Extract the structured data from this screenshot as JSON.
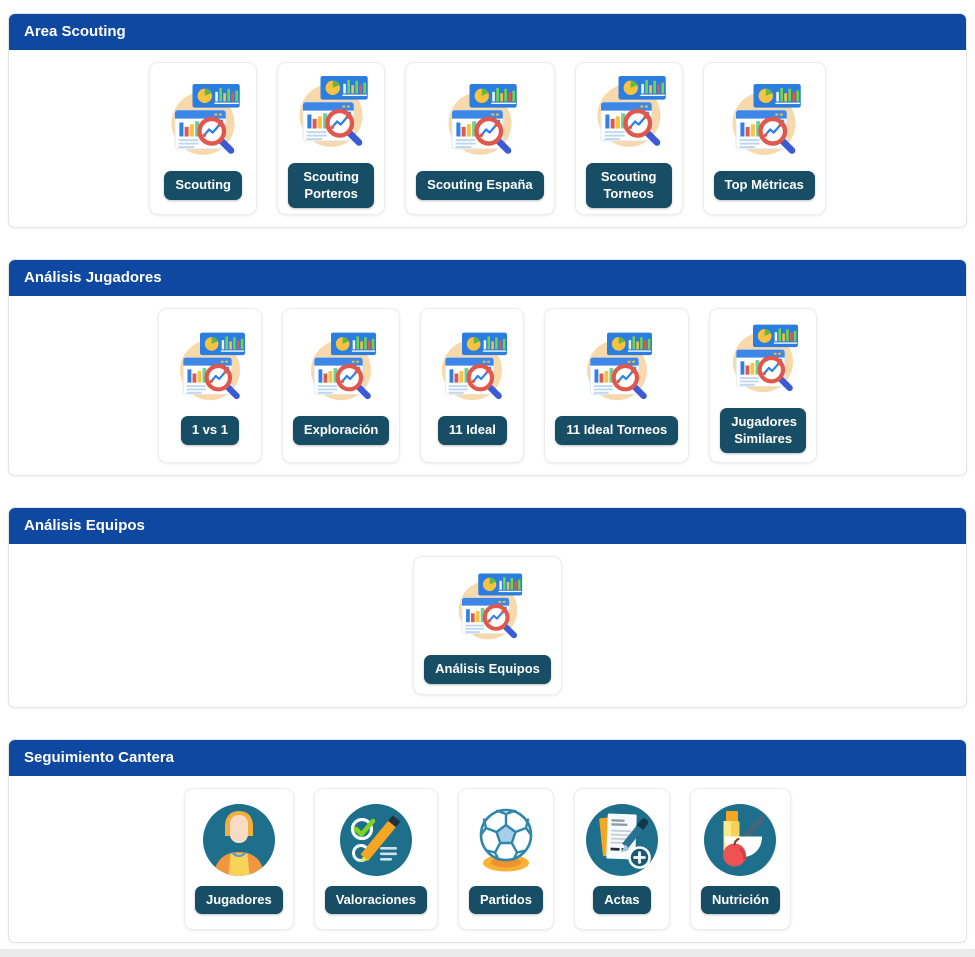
{
  "theme": {
    "header_bg": "#0e48a1",
    "chip_bg": "#174e66",
    "icon_circle_teal": "#1d6f8b",
    "icon_circle_peach": "#f8d9ab"
  },
  "sections": [
    {
      "title": "Area Scouting",
      "cards": [
        {
          "label": "Scouting",
          "icon": "scouting-analytics-icon"
        },
        {
          "label": "Scouting Porteros",
          "icon": "scouting-analytics-icon"
        },
        {
          "label": "Scouting España",
          "icon": "scouting-analytics-icon"
        },
        {
          "label": "Scouting Torneos",
          "icon": "scouting-analytics-icon"
        },
        {
          "label": "Top Métricas",
          "icon": "scouting-analytics-icon"
        }
      ]
    },
    {
      "title": "Análisis Jugadores",
      "cards": [
        {
          "label": "1 vs 1",
          "icon": "scouting-analytics-icon"
        },
        {
          "label": "Exploración",
          "icon": "scouting-analytics-icon"
        },
        {
          "label": "11 Ideal",
          "icon": "scouting-analytics-icon"
        },
        {
          "label": "11 Ideal Torneos",
          "icon": "scouting-analytics-icon"
        },
        {
          "label": "Jugadores Similares",
          "icon": "scouting-analytics-icon"
        }
      ]
    },
    {
      "title": "Análisis Equipos",
      "cards": [
        {
          "label": "Análisis Equipos",
          "icon": "scouting-analytics-icon"
        }
      ]
    },
    {
      "title": "Seguimiento Cantera",
      "cards": [
        {
          "label": "Jugadores",
          "icon": "player-avatar-icon"
        },
        {
          "label": "Valoraciones",
          "icon": "checklist-pencil-icon"
        },
        {
          "label": "Partidos",
          "icon": "soccer-ball-icon"
        },
        {
          "label": "Actas",
          "icon": "document-pen-plus-icon"
        },
        {
          "label": "Nutrición",
          "icon": "nutrition-icon"
        }
      ]
    }
  ]
}
